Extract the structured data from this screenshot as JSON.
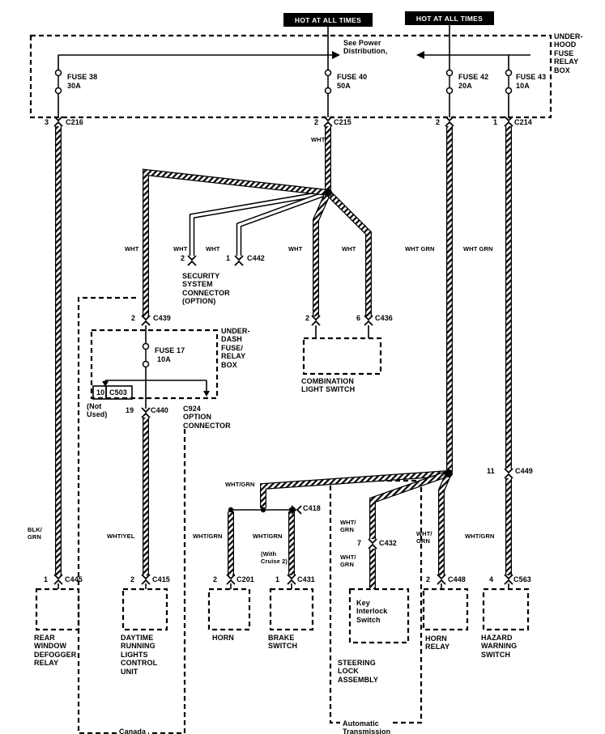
{
  "badges": {
    "left": "HOT AT ALL TIMES",
    "right": "HOT AT ALL TIMES"
  },
  "underhood_box": {
    "label": "UNDER-\nHOOD\nFUSE\nRELAY\nBOX",
    "power_note": "See Power\nDistribution,",
    "fuses": [
      {
        "name": "FUSE 38",
        "amp": "30A"
      },
      {
        "name": "FUSE 40",
        "amp": "50A"
      },
      {
        "name": "FUSE 42",
        "amp": "20A"
      },
      {
        "name": "FUSE 43",
        "amp": "10A"
      }
    ],
    "outputs": [
      {
        "pin": "3",
        "conn": "C216"
      },
      {
        "pin": "2",
        "conn": "C215"
      },
      {
        "pin": "2",
        "conn": ""
      },
      {
        "pin": "1",
        "conn": "C214"
      }
    ]
  },
  "underdash_box": {
    "label": "UNDER-\nDASH\nFUSE/\nRELAY\nBOX",
    "input": {
      "pin": "2",
      "conn": "C439"
    },
    "fuse": {
      "name": "FUSE 17",
      "amp": "10A"
    },
    "c503": {
      "pin": "10",
      "conn": "C503",
      "note": "(Not\nUsed)"
    },
    "c440": {
      "pin": "19",
      "conn": "C440"
    },
    "c924_label": "C924\nOPTION\nCONNECTOR"
  },
  "security_connector": {
    "pin_a": "2",
    "pin_b": "1",
    "conn": "C442",
    "label": "SECURITY\nSYSTEM\nCONNECTOR\n(OPTION)"
  },
  "combination_switch": {
    "pin_a": "2",
    "pin_b": "6",
    "conn": "C436",
    "label": "COMBINATION\nLIGHT SWITCH"
  },
  "midpoints": {
    "c449": {
      "pin": "11",
      "conn": "C449"
    },
    "c418": {
      "conn": "C418"
    },
    "c432": {
      "pin": "7",
      "conn": "C432"
    }
  },
  "wire_labels": {
    "wht_main": "WHT",
    "wht_c439": "WHT",
    "wht_sec_a": "WHT",
    "wht_sec_b": "WHT",
    "wht_combo_a": "WHT",
    "wht_combo_b": "WHT",
    "whtgrn_f42": "WHT GRN",
    "whtgrn_f43": "WHT GRN",
    "whtgrn_bus": "WHT/GRN",
    "whtgrn_horn": "WHT/GRN",
    "whtgrn_brake": "WHT/GRN",
    "cruise_note": "(With\nCruise 2)",
    "whtgrn_key_upper": "WHT/\nGRN",
    "whtgrn_key_lower": "WHT/\nGRN",
    "whtgrn_horn_relay": "WHT/\nGRN",
    "whtgrn_hazard": "WHT/GRN",
    "blkgrn": "BLK/\nGRN",
    "whtyel": "WHT/YEL"
  },
  "components": {
    "rear_defogger": {
      "pin": "1",
      "conn": "C445",
      "label": "REAR\nWINDOW\nDEFOGGER\nRELAY"
    },
    "drl": {
      "pin": "2",
      "conn": "C415",
      "label": "DAYTIME\nRUNNING\nLIGHTS\nCONTROL\nUNIT"
    },
    "horn": {
      "pin": "2",
      "conn": "C201",
      "label": "HORN"
    },
    "brake_switch": {
      "pin": "1",
      "conn": "C431",
      "label": "BRAKE\nSWITCH"
    },
    "key_interlock": {
      "box_label": "Key\nInterlock\nSwitch",
      "assembly_label": "STEERING\nLOCK\nASSEMBLY"
    },
    "horn_relay": {
      "pin": "2",
      "conn": "C448",
      "label": "HORN\nRELAY"
    },
    "hazard_switch": {
      "pin": "4",
      "conn": "C563",
      "label": "HAZARD\nWARNING\nSWITCH"
    }
  },
  "regions": {
    "canada": "Canada",
    "auto_trans": "Automatic\nTransmission"
  }
}
